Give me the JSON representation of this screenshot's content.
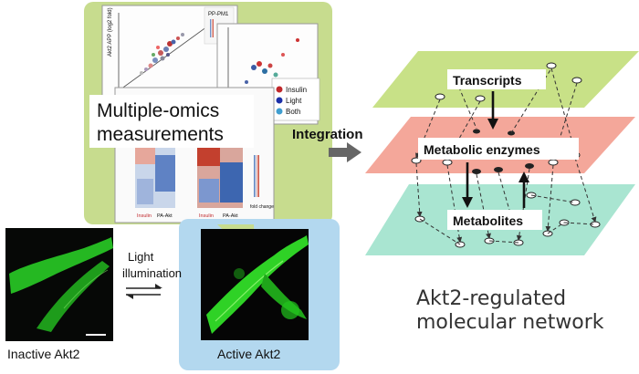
{
  "panel_left": {
    "omics_label_line1": "Multiple-omics",
    "omics_label_line2": "measurements",
    "plot_legend_title": "PP-PM1",
    "plot_legend_items": [
      "Insulin",
      "Light",
      "Both"
    ],
    "heatmap_xlabels_1": [
      "Insulin",
      "PA-Akt"
    ],
    "heatmap_xlabels_2": [
      "Insulin",
      "PA-Akt"
    ],
    "heatmap_colorbar_label": "fold change"
  },
  "light_label_line1": "Light",
  "light_label_line2": "illumination",
  "inactive_label": "Inactive Akt2",
  "active_label": "Active Akt2",
  "integration_label": "Integration",
  "network": {
    "layer_top": "Transcripts",
    "layer_mid": "Metabolic enzymes",
    "layer_bot": "Metabolites",
    "caption_line1": "Akt2-regulated",
    "caption_line2": "molecular network"
  },
  "colors": {
    "omics_panel": "#c7dc8e",
    "active_panel": "#b3d8ef",
    "layer_top": "#c8e187",
    "layer_mid": "#f4a79a",
    "layer_bot": "#a9e5d1",
    "cell_green": "#22c51e",
    "arrow_gray": "#666666"
  }
}
